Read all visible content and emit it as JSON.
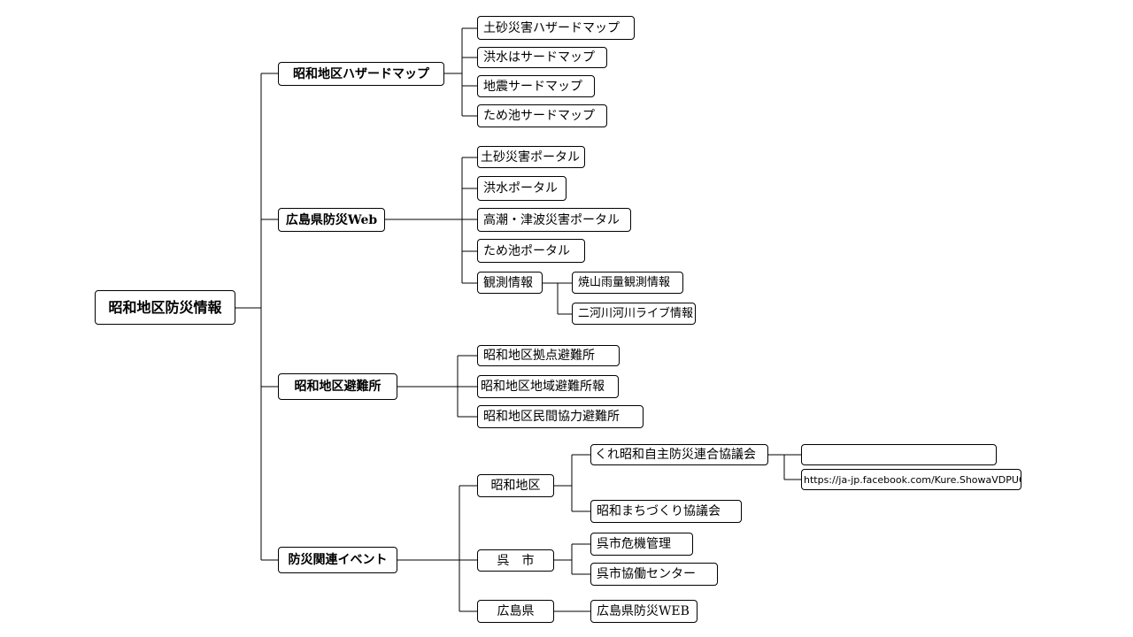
{
  "root": "昭和地区防災情報",
  "hazard": {
    "title": "昭和地区ハザードマップ",
    "items": [
      "土砂災害ハザードマップ",
      "洪水はサードマップ",
      "地震サードマップ",
      "ため池サードマップ"
    ]
  },
  "hiroshima_web": {
    "title": "広島県防災Web",
    "items": [
      "土砂災害ポータル",
      "洪水ポータル",
      "高潮・津波災害ポータル",
      "ため池ポータル",
      "観測情報"
    ],
    "observation": [
      "焼山雨量観測情報",
      "二河川河川ライブ情報"
    ]
  },
  "shelters": {
    "title": "昭和地区避難所",
    "items": [
      "昭和地区拠点避難所",
      "昭和地区地域避難所報",
      "昭和地区民間協力避難所"
    ]
  },
  "events": {
    "title": "防災関連イベント",
    "showa": "昭和地区",
    "showa_items": [
      "くれ昭和自主防災連合協議会",
      "昭和まちづくり協議会"
    ],
    "showa_links": [
      "",
      "https://ja-jp.facebook.com/Kure.ShowaVDPUC/"
    ],
    "kure": "呉　市",
    "kure_items": [
      "呉市危機管理",
      "呉市協働センター"
    ],
    "pref": "広島県",
    "pref_items": [
      "広島県防災WEB"
    ]
  }
}
